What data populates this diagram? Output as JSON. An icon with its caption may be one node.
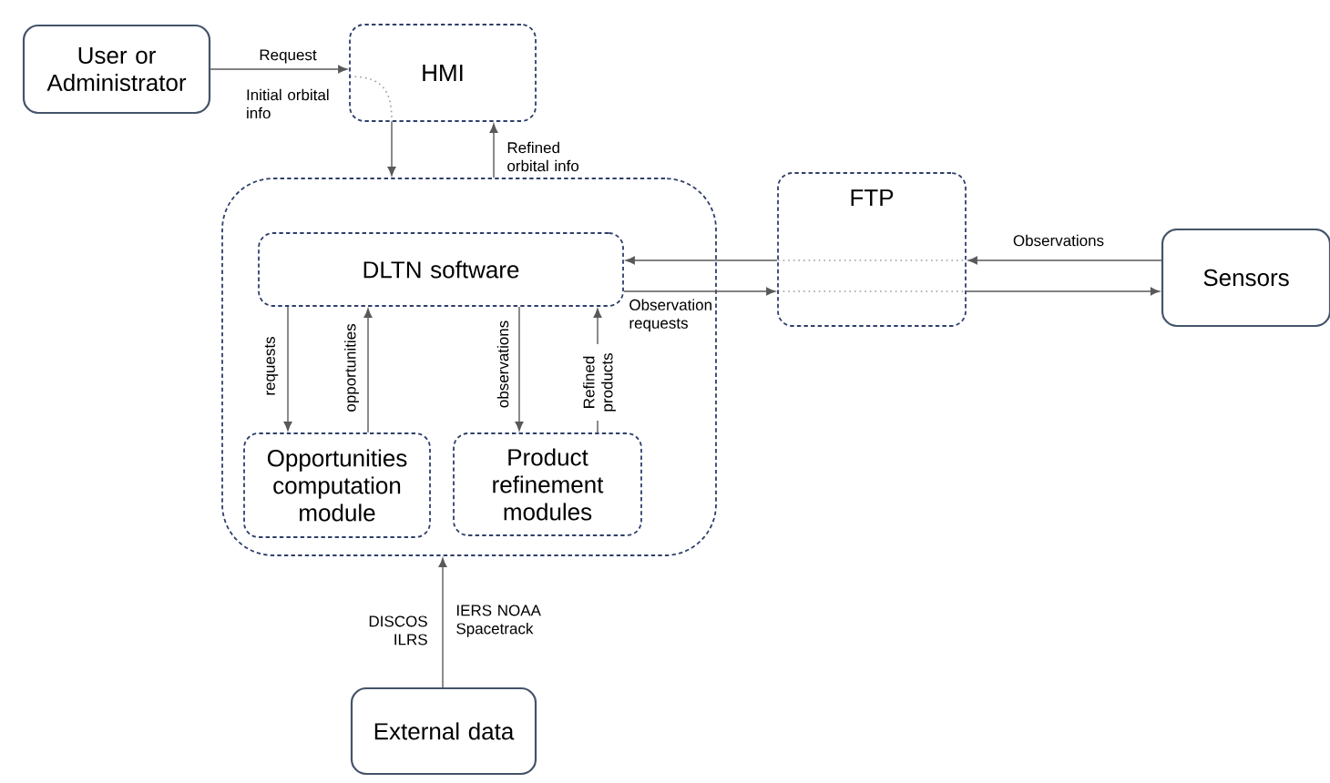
{
  "diagram": {
    "nodes": [
      {
        "text": [
          "User or Administrator"
        ]
      },
      {
        "text": [
          "HMI"
        ]
      },
      {
        "text": [],
        "shape": "box"
      },
      {
        "text": [
          "DLTN software"
        ],
        "in": 2
      },
      {
        "text": [
          "Opportunities computation module"
        ],
        "in": 2
      },
      {
        "text": [
          "Product refinement modules"
        ],
        "in": 2
      },
      {
        "text": [
          "FTP"
        ]
      },
      {
        "text": [
          "Sensors"
        ]
      },
      {
        "text": [
          "External data"
        ]
      }
    ],
    "edges": [
      {
        "from": 0,
        "to": 1,
        "arrow": "to",
        "label": "Request"
      },
      {
        "from": 1,
        "to": 2,
        "arrow": "to"
      },
      {
        "from": 2,
        "to": 1,
        "arrow": "to",
        "label": "Refined orbital info"
      },
      {
        "from": 7,
        "to": 6,
        "arrow": "to",
        "label": "Observations"
      },
      {
        "from": 6,
        "to": 3,
        "arrow": "to"
      },
      {
        "from": 3,
        "to": 6,
        "arrow": "to",
        "label": "Observation requests"
      },
      {
        "from": 6,
        "to": 7,
        "arrow": "to"
      },
      {
        "from": 3,
        "to": 4,
        "arrow": "to",
        "label": "requests"
      },
      {
        "from": 4,
        "to": 3,
        "arrow": "to",
        "label": "opportunities"
      },
      {
        "from": 3,
        "to": 5,
        "arrow": "to",
        "label": "observations"
      },
      {
        "from": 5,
        "to": 3,
        "arrow": "to",
        "label": "Refined products"
      },
      {
        "from": 8,
        "to": 2,
        "arrow": "to"
      }
    ],
    "labels": [
      "Initial orbital info",
      "DISCOS ILRS",
      "IERS NOAA Spacetrack"
    ]
  }
}
